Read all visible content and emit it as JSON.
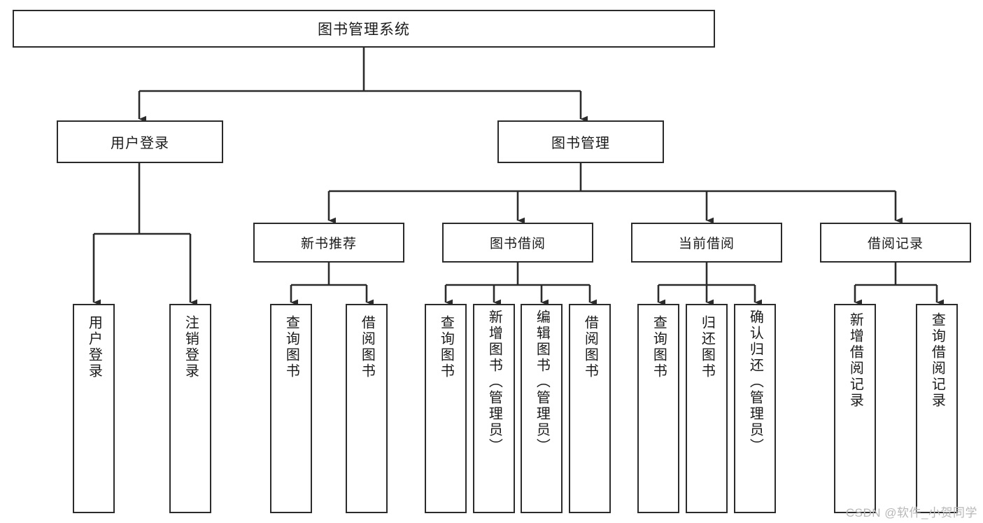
{
  "diagram": {
    "title": "图书管理系统",
    "type": "hierarchy-tree",
    "root": {
      "id": "root",
      "label": "图书管理系统"
    },
    "level1": [
      {
        "id": "user-login",
        "label": "用户登录"
      },
      {
        "id": "book-manage",
        "label": "图书管理"
      }
    ],
    "level2": [
      {
        "id": "new-book-rec",
        "label": "新书推荐",
        "parent": "book-manage"
      },
      {
        "id": "book-borrow",
        "label": "图书借阅",
        "parent": "book-manage"
      },
      {
        "id": "current-borrow",
        "label": "当前借阅",
        "parent": "book-manage"
      },
      {
        "id": "borrow-record",
        "label": "借阅记录",
        "parent": "book-manage"
      }
    ],
    "leaves": [
      {
        "id": "leaf-user-login",
        "label": "用户登录",
        "parent": "user-login"
      },
      {
        "id": "leaf-logout",
        "label": "注销登录",
        "parent": "user-login"
      },
      {
        "id": "leaf-query-book-1",
        "label": "查询图书",
        "parent": "new-book-rec"
      },
      {
        "id": "leaf-borrow-book-1",
        "label": "借阅图书",
        "parent": "new-book-rec"
      },
      {
        "id": "leaf-query-book-2",
        "label": "查询图书",
        "parent": "book-borrow"
      },
      {
        "id": "leaf-add-book",
        "label": "新增图书（管理员）",
        "parent": "book-borrow"
      },
      {
        "id": "leaf-edit-book",
        "label": "编辑图书（管理员）",
        "parent": "book-borrow"
      },
      {
        "id": "leaf-borrow-book-2",
        "label": "借阅图书",
        "parent": "book-borrow"
      },
      {
        "id": "leaf-query-book-3",
        "label": "查询图书",
        "parent": "current-borrow"
      },
      {
        "id": "leaf-return-book",
        "label": "归还图书",
        "parent": "current-borrow"
      },
      {
        "id": "leaf-confirm-return",
        "label": "确认归还（管理员）",
        "parent": "current-borrow"
      },
      {
        "id": "leaf-add-record",
        "label": "新增借阅记录",
        "parent": "borrow-record"
      },
      {
        "id": "leaf-query-record",
        "label": "查询借阅记录",
        "parent": "borrow-record"
      }
    ],
    "colors": {
      "stroke": "#2b2b2b",
      "box_fill": "#ffffff",
      "text": "#1a1a1a",
      "watermark": "#b8b8b8"
    }
  },
  "watermark": {
    "text": "CSDN @软件_小贺同学"
  }
}
